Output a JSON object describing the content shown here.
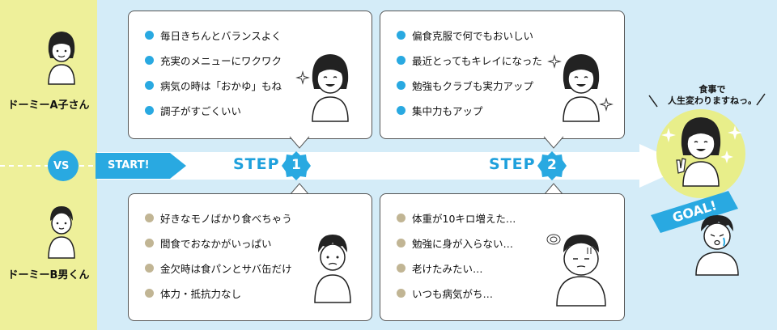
{
  "colors": {
    "accent": "#29a9e1",
    "background": "#d4ecf8",
    "left_panel": "#eef09a",
    "goal_circle": "#e8ee8a",
    "tan_bullet": "#c1b594"
  },
  "person_a": {
    "name": "ドーミーA子さん"
  },
  "person_b": {
    "name": "ドーミーB男くん"
  },
  "vs_label": "VS",
  "start_label": "START!",
  "steps": [
    {
      "label": "STEP",
      "number": "1"
    },
    {
      "label": "STEP",
      "number": "2"
    }
  ],
  "goal_label": "GOAL!",
  "goal_speech": {
    "line1": "食事で",
    "line2": "人生変わりますねっ。"
  },
  "step1_a": [
    "毎日きちんとバランスよく",
    "充実のメニューにワクワク",
    "病気の時は「おかゆ」もね",
    "調子がすごくいい"
  ],
  "step2_a": [
    "偏食克服で何でもおいしい",
    "最近とってもキレイになった",
    "勉強もクラブも実力アップ",
    "集中力もアップ"
  ],
  "step1_b": [
    "好きなモノばかり食べちゃう",
    "間食でおなかがいっぱい",
    "金欠時は食パンとサバ缶だけ",
    "体力・抵抗力なし"
  ],
  "step2_b": [
    "体重が10キロ増えた…",
    "勉強に身が入らない…",
    "老けたみたい…",
    "いつも病気がち…"
  ],
  "icons": [
    "girl-happy-icon",
    "boy-sad-icon",
    "sparkle-icon",
    "dizzy-icon"
  ]
}
